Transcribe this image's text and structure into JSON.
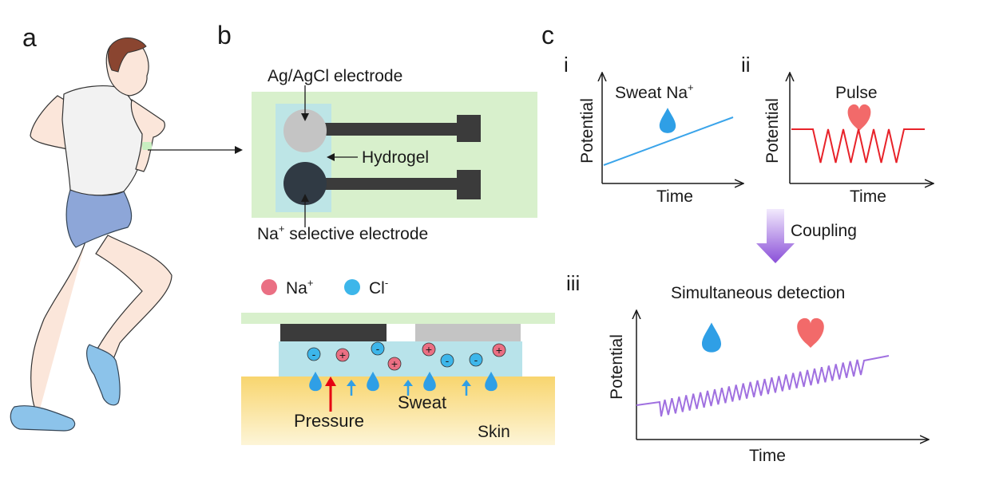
{
  "panels": {
    "a": {
      "label": "a"
    },
    "b": {
      "label": "b",
      "electrode_top": {
        "ag_agcl_label": "Ag/AgCl electrode",
        "hydrogel_label": "Hydrogel",
        "na_label_prefix": "Na",
        "na_label_sup": "+",
        "na_label_suffix": " selective electrode"
      },
      "legend": {
        "na_prefix": "Na",
        "na_sup": "+",
        "cl_prefix": "Cl",
        "cl_sup": "-"
      },
      "cross_section": {
        "pressure_label": "Pressure",
        "sweat_label": "Sweat",
        "skin_label": "Skin",
        "plus_sign": "+",
        "minus_sign": "-"
      }
    },
    "c": {
      "label": "c",
      "i": {
        "roman": "i",
        "title_prefix": "Sweat Na",
        "title_sup": "+",
        "ylabel": "Potential",
        "xlabel": "Time"
      },
      "ii": {
        "roman": "ii",
        "title": "Pulse",
        "ylabel": "Potential",
        "xlabel": "Time"
      },
      "coupling_label": "Coupling",
      "iii": {
        "roman": "iii",
        "title": "Simultaneous detection",
        "ylabel": "Potential",
        "xlabel": "Time"
      }
    }
  },
  "colors": {
    "sweat_drop": "#2f9fe6",
    "heart": "#f26a6a",
    "line_blue": "#3aa4ea",
    "line_red": "#e8232a",
    "line_purple": "#a070e0",
    "pressure_red": "#e60012",
    "sweat_text": "#2f9fe6",
    "na_ion": "#ea6f83",
    "cl_ion": "#3db6ea",
    "hydrogel_box": "#b8e3ea",
    "device_green": "#d8f0cc",
    "dark_electrode": "#303a44",
    "grey_electrode": "#c4c4c4",
    "skin": "#f9dc8a"
  }
}
